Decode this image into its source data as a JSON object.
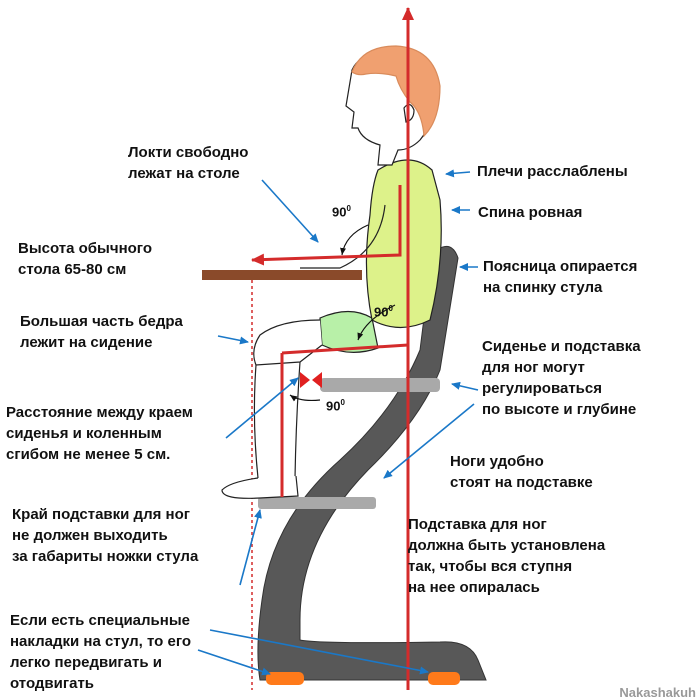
{
  "labels": {
    "elbows": [
      "Локти свободно",
      "лежат на столе"
    ],
    "shoulders": [
      "Плечи расслаблены"
    ],
    "back": [
      "Спина ровная"
    ],
    "table_height": [
      "Высота обычного",
      "стола 65-80 см"
    ],
    "lower_back": [
      "Поясница опирается",
      "на спинку стула"
    ],
    "thigh": [
      "Большая часть бедра",
      "лежит на сидение"
    ],
    "seat_adjust": [
      "Сиденье и подставка",
      "для ног могут",
      "регулироваться",
      "по высоте и глубине"
    ],
    "knee_distance": [
      "Расстояние между краем",
      "сиденья и коленным",
      "сгибом не менее 5 см."
    ],
    "feet_rest": [
      "Ноги удобно",
      "стоят на подставке"
    ],
    "footrest_edge": [
      "Край подставки для ног",
      "не должен выходить",
      "за габариты ножки стула"
    ],
    "footrest_install": [
      "Подставка для ног",
      "должна быть установлена",
      "так, чтобы вся ступня",
      "на нее опиралась"
    ],
    "pads": [
      "Если есть специальные",
      "накладки на стул, то его",
      "легко передвигать и",
      "отодвигать"
    ]
  },
  "angles": {
    "value": "90",
    "unit": "0"
  },
  "watermark": "Nakashakuh",
  "colors": {
    "text": "#111111",
    "arrow": "#1a78c8",
    "posture_line": "#d42b2b",
    "chair": "#585858",
    "seat_pad": "#a9a9a9",
    "hair": "#f0a070",
    "shirt": "#ddf28a",
    "shorts": "#b8f0a8",
    "table": "#8a4a2a",
    "feet_pads": "#ff7a1a",
    "knee_marker": "#e02020"
  }
}
